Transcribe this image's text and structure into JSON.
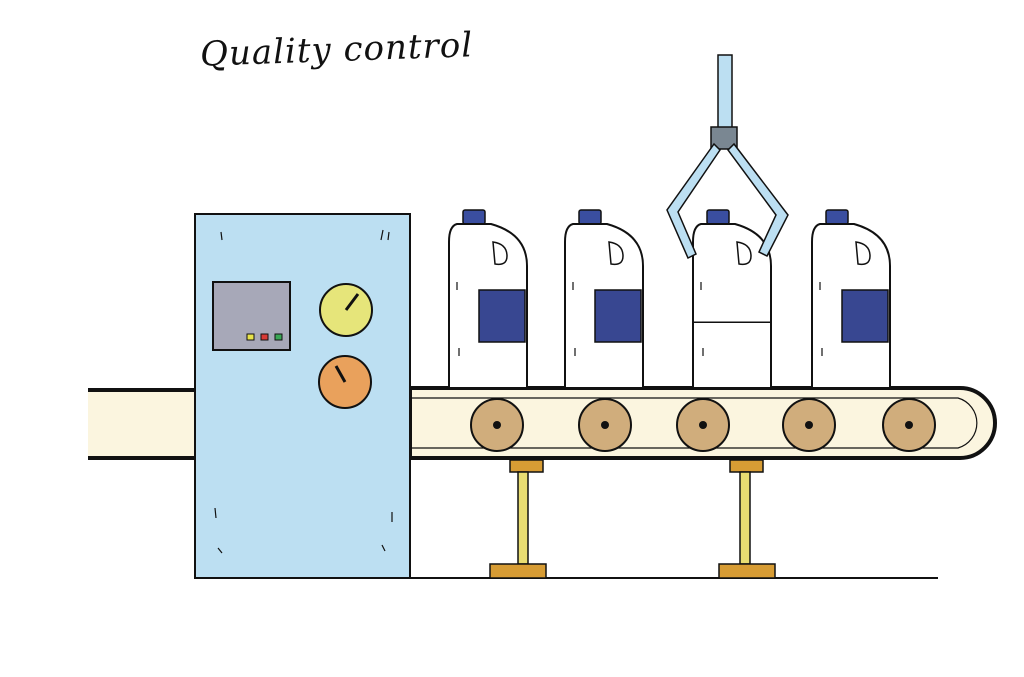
{
  "title": "Quality control",
  "colors": {
    "cabinet": "#bcdff2",
    "screen": "#a7a8b8",
    "gauge_yellow": "#e6e57a",
    "gauge_orange": "#e9a15c",
    "belt": "#fbf5df",
    "roller": "#d0ad7c",
    "support_post": "#e9dd72",
    "support_plate": "#d79c34",
    "bottle_cap": "#3a4ea0",
    "bottle_label": "#384791",
    "claw": "#bcdff2",
    "indicator_lights": [
      "#e8e34a",
      "#d83a36",
      "#3aa655"
    ]
  },
  "icons": {
    "gauge_upper": "gauge-icon",
    "gauge_lower": "gauge-icon",
    "robotic_claw": "robotic-claw-icon",
    "bottle": "bottle-icon",
    "roller": "roller-icon"
  },
  "bottles": [
    {
      "labeled": true,
      "liquid_fill": 1.0
    },
    {
      "labeled": true,
      "liquid_fill": 1.0
    },
    {
      "labeled": false,
      "liquid_fill": 0.45
    },
    {
      "labeled": true,
      "liquid_fill": 1.0
    }
  ],
  "roller_count": 5
}
